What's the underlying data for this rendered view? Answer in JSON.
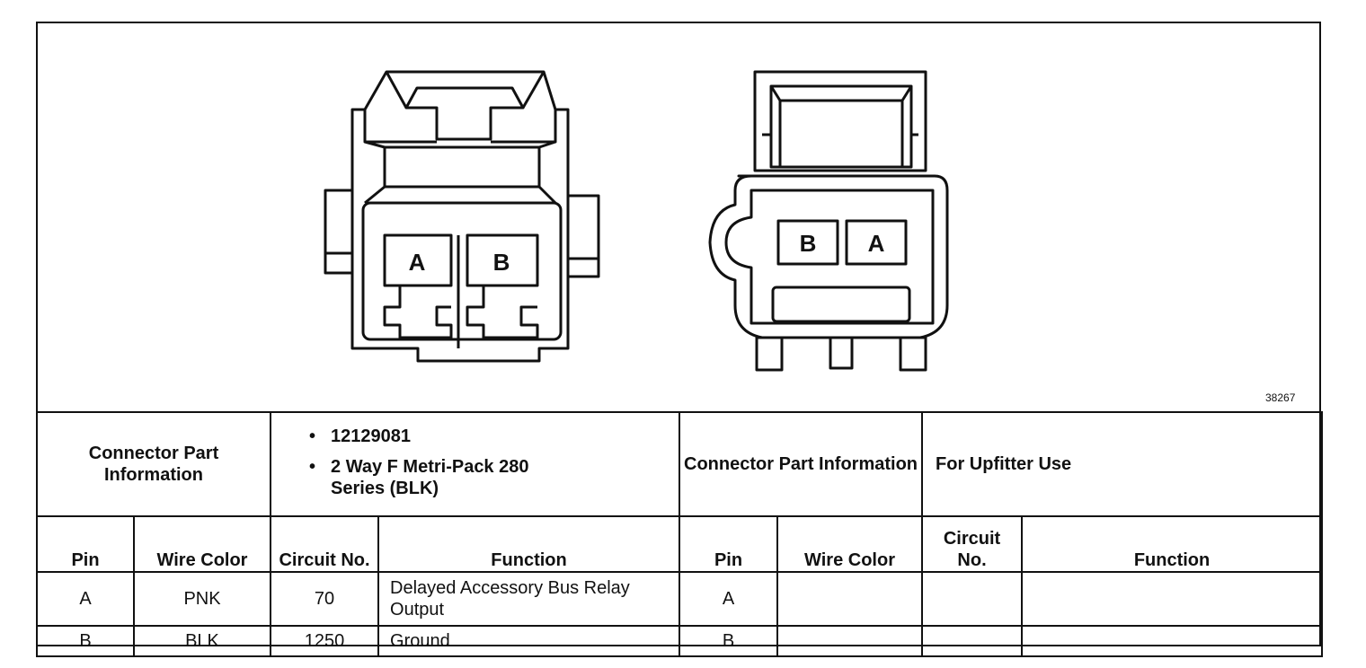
{
  "figure_id": "38267",
  "connector_left": {
    "pin_labels": [
      "A",
      "B"
    ]
  },
  "connector_right": {
    "pin_labels": [
      "B",
      "A"
    ]
  },
  "table": {
    "left_info_label": "Connector Part Information",
    "left_info_items": [
      "12129081",
      "2 Way F Metri-Pack 280 Series (BLK)"
    ],
    "right_info_label": "Connector Part Information",
    "right_info_value": "For Upfitter Use",
    "columns": [
      "Pin",
      "Wire Color",
      "Circuit No.",
      "Function",
      "Pin",
      "Wire Color",
      "Circuit No.",
      "Function"
    ],
    "rows": [
      {
        "pin": "A",
        "wire_color": "PNK",
        "circuit": "70",
        "function": "Delayed Accessory Bus Relay Output",
        "pin2": "A",
        "wire_color2": "",
        "circuit2": "",
        "function2": ""
      },
      {
        "pin": "B",
        "wire_color": "BLK",
        "circuit": "1250",
        "function": "Ground",
        "pin2": "B",
        "wire_color2": "",
        "circuit2": "",
        "function2": ""
      }
    ]
  }
}
